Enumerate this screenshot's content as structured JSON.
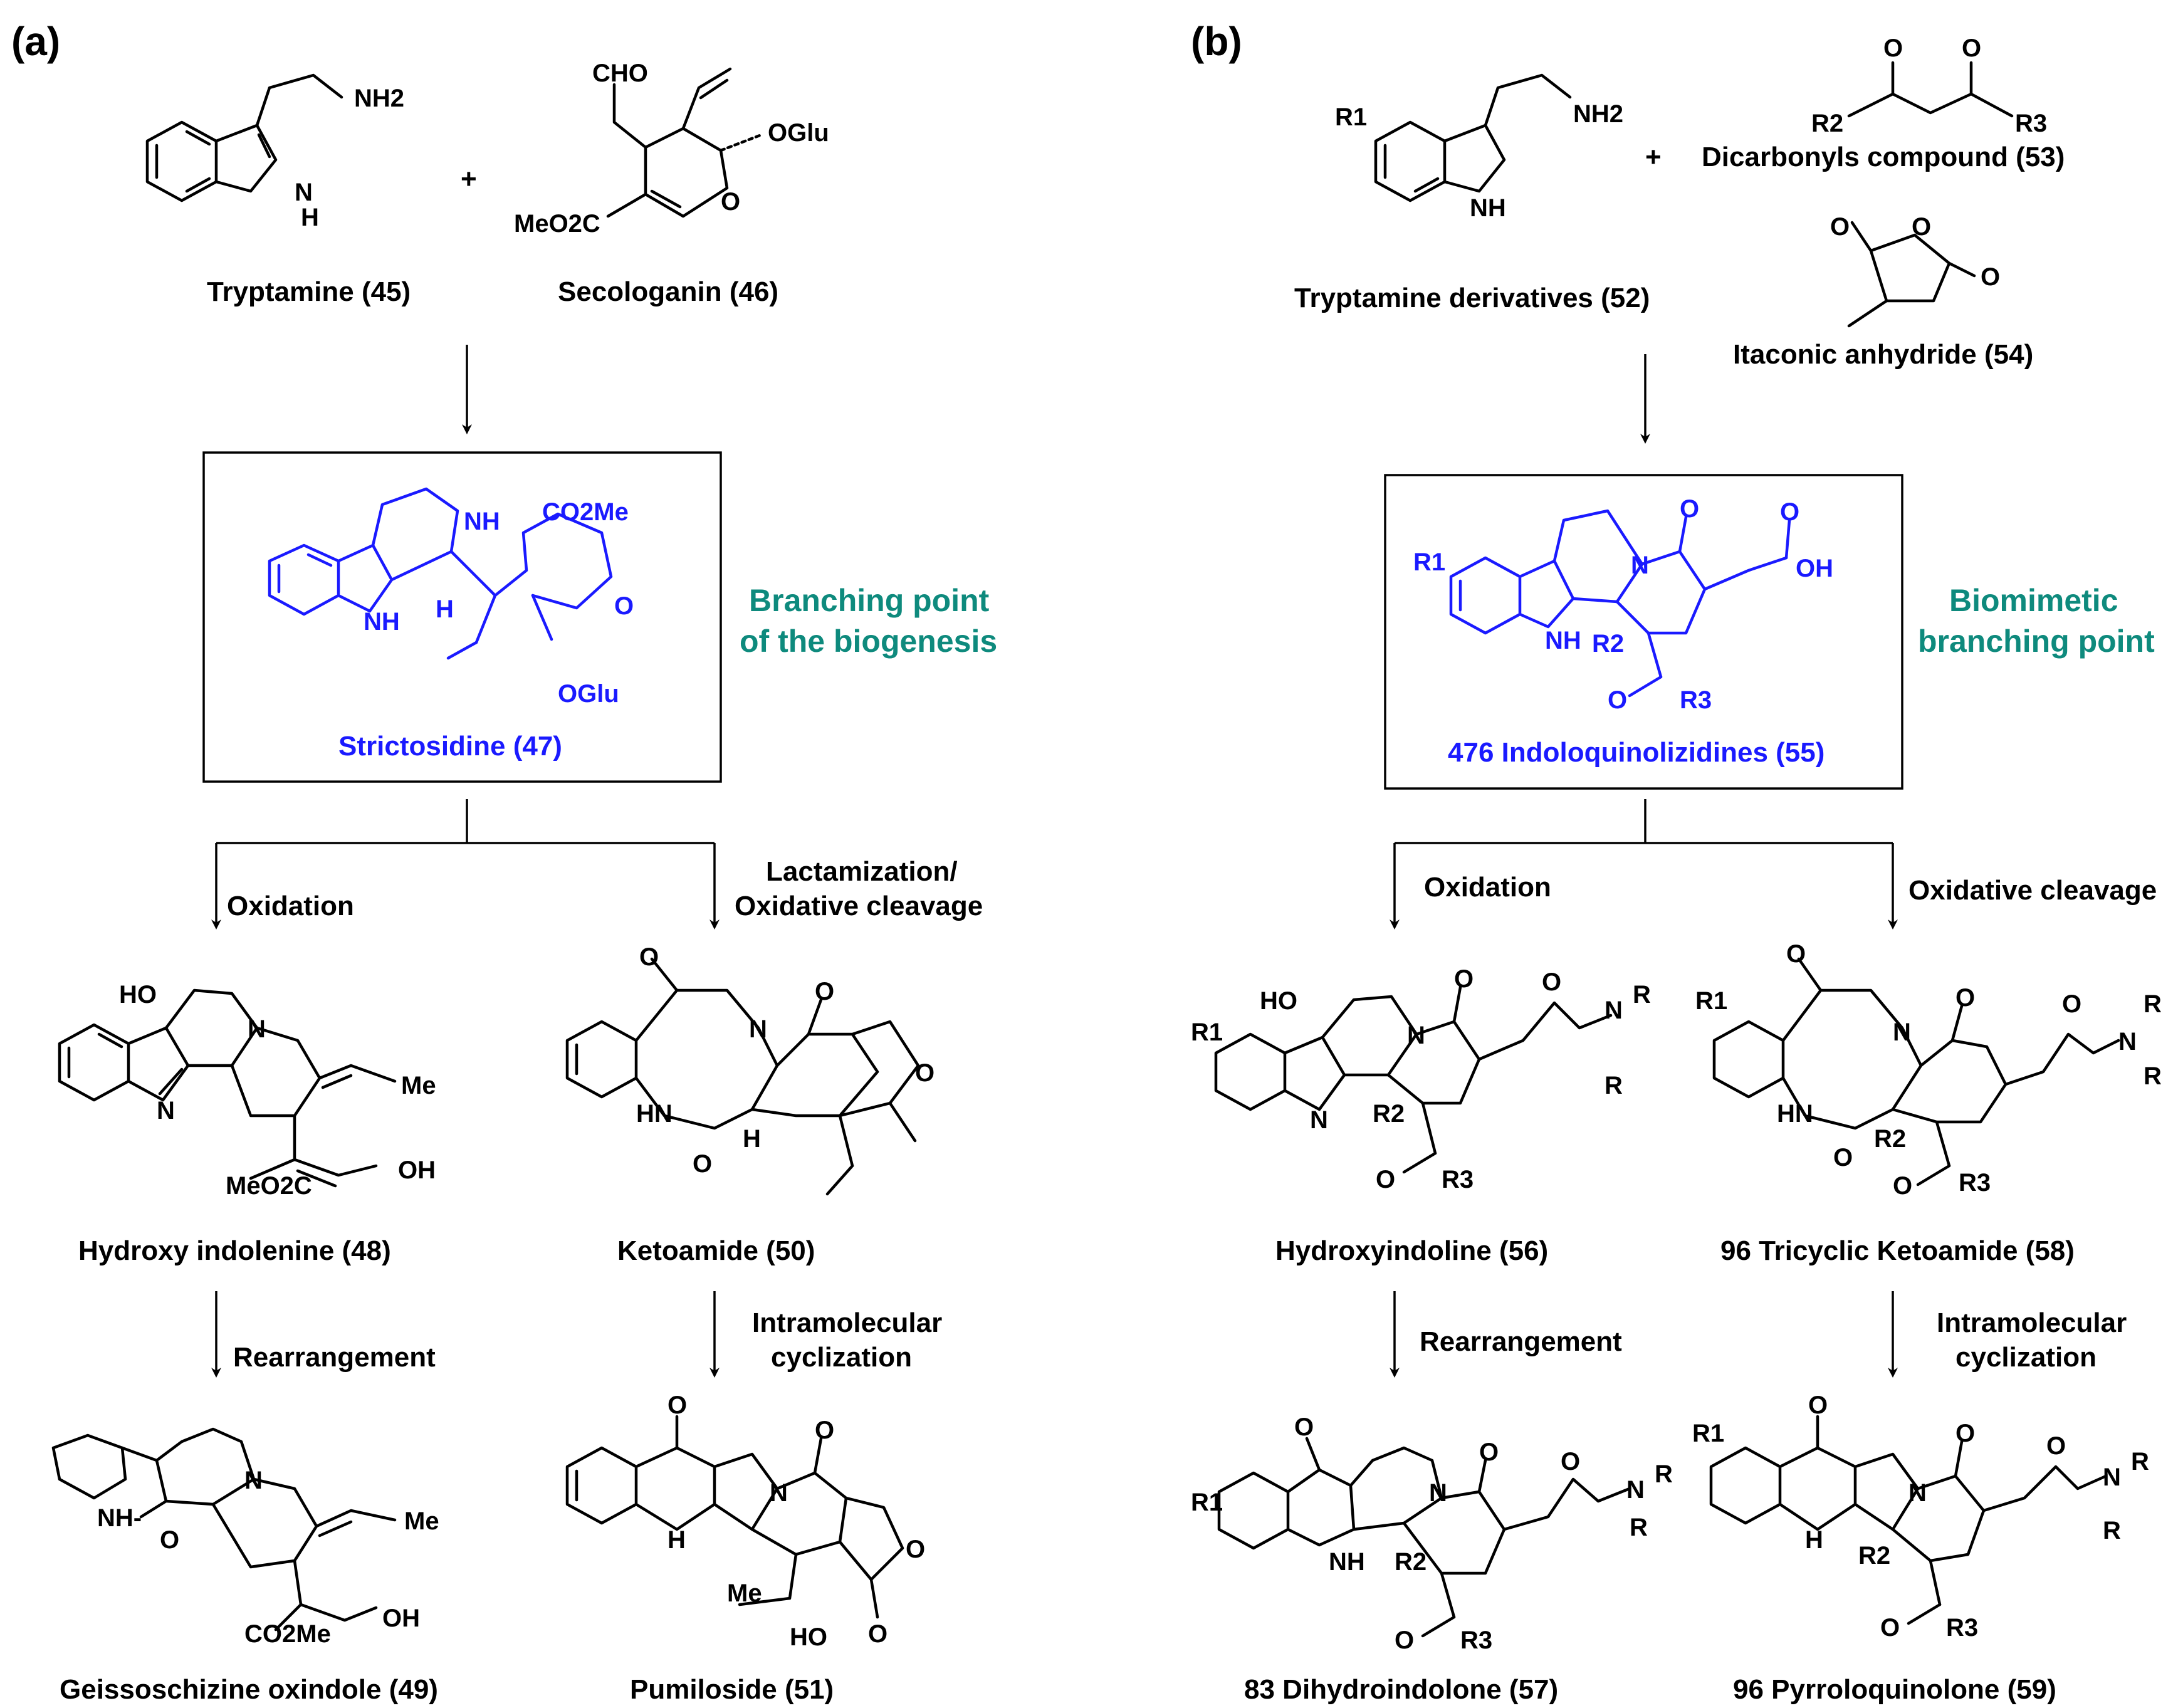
{
  "panels": {
    "a": {
      "label": "(a)",
      "reactant1": "Tryptamine (45)",
      "plus": "+",
      "reactant2": "Secologanin (46)",
      "central": "Strictosidine (47)",
      "branch_note_1": "Branching point",
      "branch_note_2": "of the biogenesis",
      "left_step": "Oxidation",
      "right_step_1": "Lactamization/",
      "right_step_2": "Oxidative cleavage",
      "mid_left": "Hydroxy indolenine (48)",
      "mid_right": "Ketoamide (50)",
      "lower_left_step": "Rearrangement",
      "lower_right_step_1": "Intramolecular",
      "lower_right_step_2": "cyclization",
      "bottom_left": "Geissoschizine oxindole (49)",
      "bottom_right": "Pumiloside (51)"
    },
    "b": {
      "label": "(b)",
      "reactant1": "Tryptamine derivatives (52)",
      "plus": "+",
      "reactant2": "Dicarbonyls compound (53)",
      "reactant3": "Itaconic anhydride (54)",
      "central": "476 Indoloquinolizidines (55)",
      "branch_note_1": "Biomimetic",
      "branch_note_2": "branching point",
      "left_step": "Oxidation",
      "right_step": "Oxidative cleavage",
      "mid_left": "Hydroxyindoline (56)",
      "mid_right": "96 Tricyclic Ketoamide (58)",
      "lower_left_step": "Rearrangement",
      "lower_right_step_1": "Intramolecular",
      "lower_right_step_2": "cyclization",
      "bottom_left": "83 Dihydroindolone (57)",
      "bottom_right": "96 Pyrroloquinolone (59)"
    }
  },
  "atoms": {
    "nh2": "NH2",
    "nh": "NH",
    "h": "H",
    "n": "N",
    "o": "O",
    "oh": "OH",
    "ho": "HO",
    "cho": "CHO",
    "oglu": "OGlu",
    "meo2c": "MeO2C",
    "co2me": "CO2Me",
    "me": "Me",
    "r": "R",
    "r1": "R1",
    "r2": "R2",
    "r3": "R3",
    "hn": "HN",
    "nhyl": "NH-"
  },
  "colors": {
    "highlight": "#1a1aff",
    "note": "#0e8a7d",
    "line": "#000000"
  }
}
